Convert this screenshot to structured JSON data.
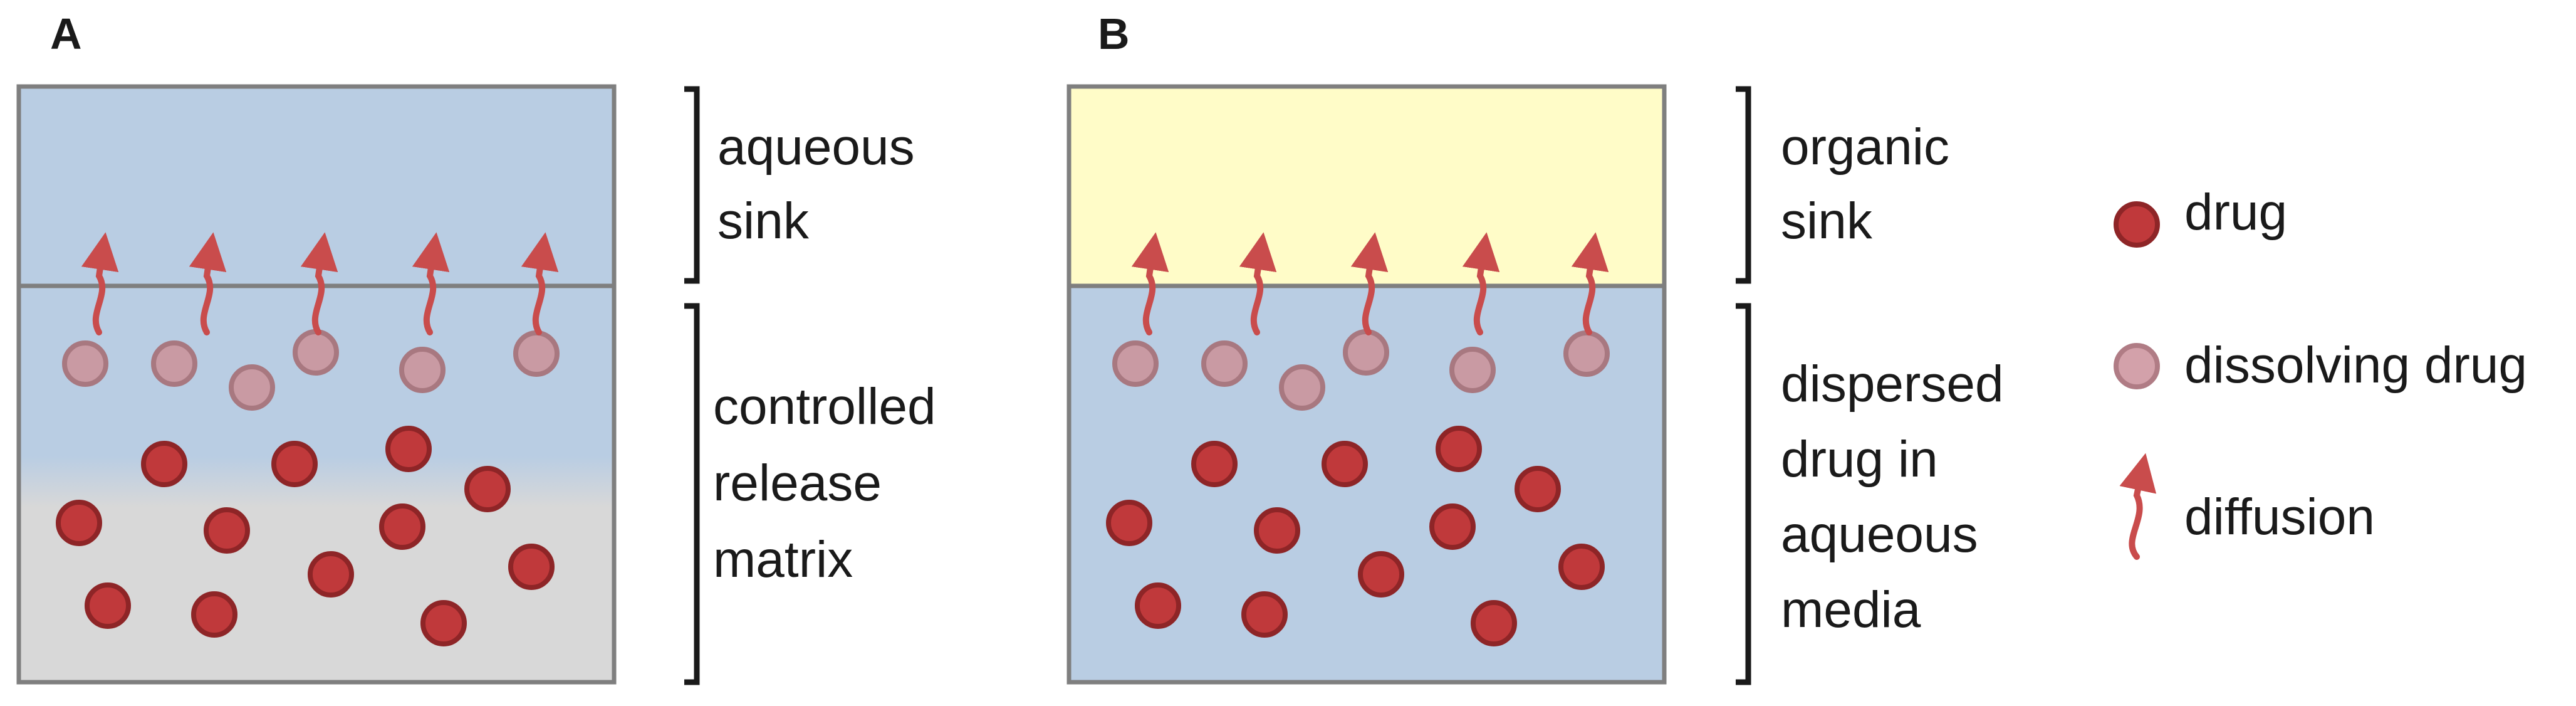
{
  "panels": [
    {
      "letter": "A",
      "top_label_lines": [
        "aqueous",
        "sink"
      ],
      "bottom_label_lines": [
        "controlled",
        "release",
        "matrix"
      ],
      "colors": {
        "top": "#b9cde3",
        "bottom": "#d8d8d8"
      }
    },
    {
      "letter": "B",
      "top_label_lines": [
        "organic",
        "sink"
      ],
      "bottom_label_lines": [
        "dispersed",
        "drug in",
        "aqueous",
        "media"
      ],
      "colors": {
        "top": "#fffcc8",
        "bottom": "#b9cde3"
      }
    }
  ],
  "legend": {
    "drug": "drug",
    "dissolving_drug": "dissolving drug",
    "diffusion": "diffusion"
  },
  "colors": {
    "drug_fill": "#c0393b",
    "drug_stroke": "#8e2527",
    "dissolving_fill": "#c99aa3",
    "dissolving_stroke": "#a87880",
    "arrow": "#c94c4c",
    "box_border": "#7f7f7f",
    "bracket": "#1a1a1a"
  }
}
